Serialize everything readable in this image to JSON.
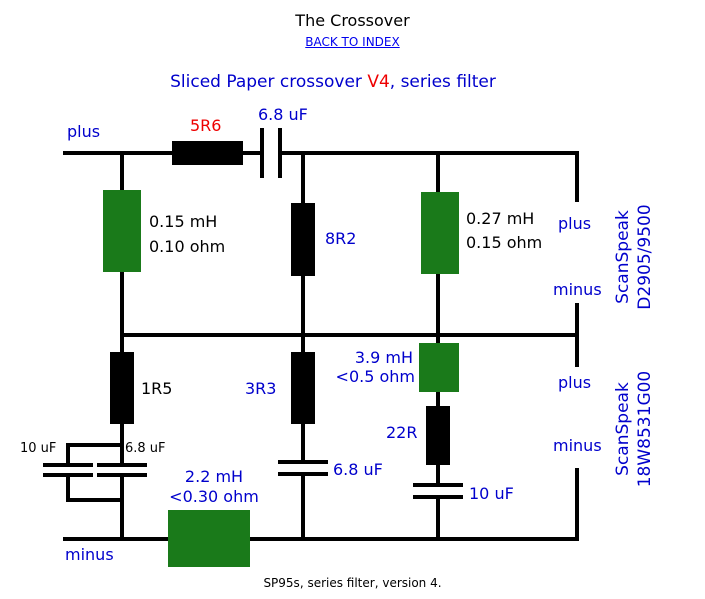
{
  "page": {
    "title": "The Crossover",
    "back_link": "BACK TO INDEX",
    "caption": "SP95s, series filter, version 4."
  },
  "diagram": {
    "heading": {
      "prefix": "Sliced Paper crossover ",
      "version": "V4",
      "suffix": ", series filter"
    },
    "rails": {
      "top": "plus",
      "bottom": "minus"
    },
    "components": {
      "r_series": "5R6",
      "c_series": "6.8 uF",
      "l1_value": "0.15 mH",
      "l1_resistance": "0.10 ohm",
      "r_8r2": "8R2",
      "l2_value": "0.27 mH",
      "l2_resistance": "0.15 ohm",
      "r_1r5": "1R5",
      "c_10uf_left": "10 uF",
      "c_6_8uf_left": "6.8 uF",
      "r_3r3": "3R3",
      "c_6_8uf_mid": "6.8 uF",
      "l3_value": "3.9 mH",
      "l3_resistance": "<0.5 ohm",
      "r_22r": "22R",
      "c_10uf_right": "10 uF",
      "l4_value": "2.2 mH",
      "l4_resistance": "<0.30 ohm"
    },
    "tweeter": {
      "plus": "plus",
      "minus": "minus",
      "name": "ScanSpeak",
      "model": "D2905/9500"
    },
    "woofer": {
      "plus": "plus",
      "minus": "minus",
      "name": "ScanSpeak",
      "model": "18W8531G00"
    },
    "colors": {
      "wire": "#000000",
      "inductor": "#1a7a1a",
      "resistor": "#000000",
      "label": "#0000cc",
      "highlight": "#ee0000"
    }
  }
}
